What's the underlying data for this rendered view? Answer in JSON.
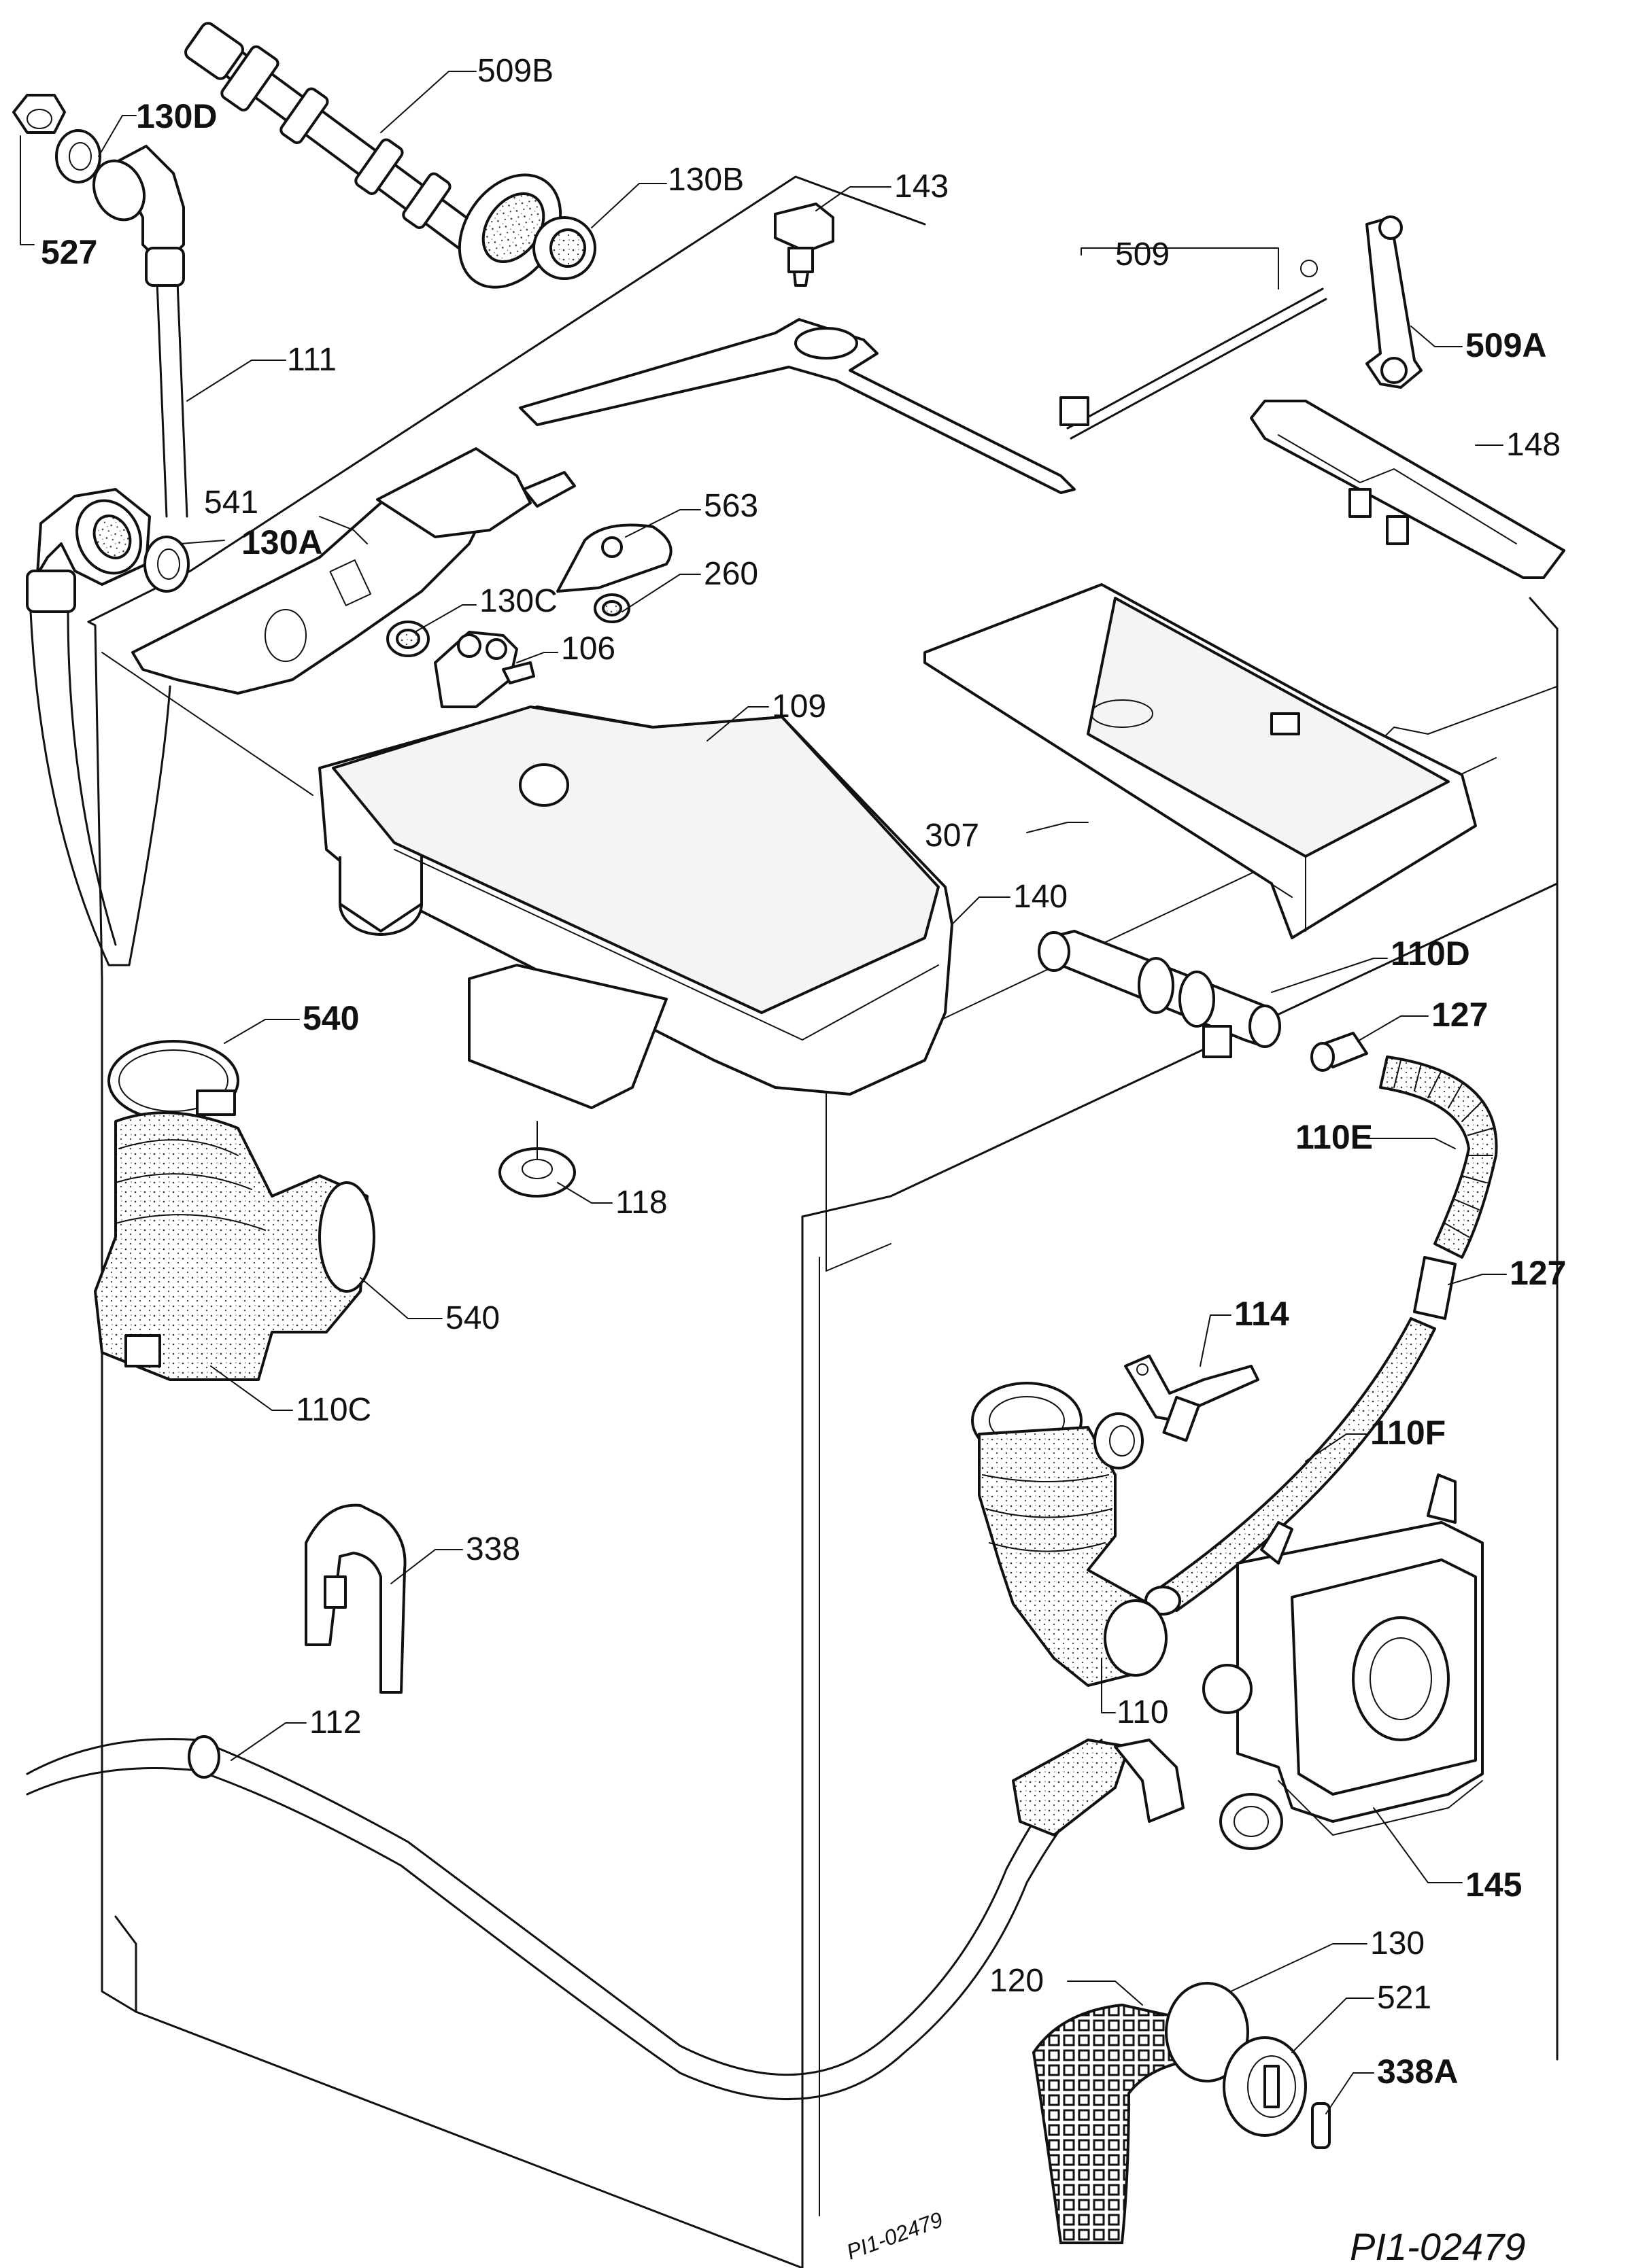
{
  "diagram": {
    "labels": {
      "l509b": "509B",
      "l130d": "130D",
      "l527": "527",
      "l130b": "130B",
      "l143": "143",
      "l509": "509",
      "l509a": "509A",
      "l111": "111",
      "l541": "541",
      "l130a": "130A",
      "l563": "563",
      "l148": "148",
      "l260": "260",
      "l130c": "130C",
      "l106": "106",
      "l109": "109",
      "l307": "307",
      "l140": "140",
      "l110d": "110D",
      "l540a": "540",
      "l127a": "127",
      "l110e": "110E",
      "l118": "118",
      "l540b": "540",
      "l127b": "127",
      "l114": "114",
      "l110c": "110C",
      "l110f": "110F",
      "l338": "338",
      "l110": "110",
      "l112": "112",
      "l145": "145",
      "l130": "130",
      "l120": "120",
      "l521": "521",
      "l338a": "338A"
    },
    "reference_code": "PI1-02479",
    "reference_code_small": "PI1-02479"
  }
}
